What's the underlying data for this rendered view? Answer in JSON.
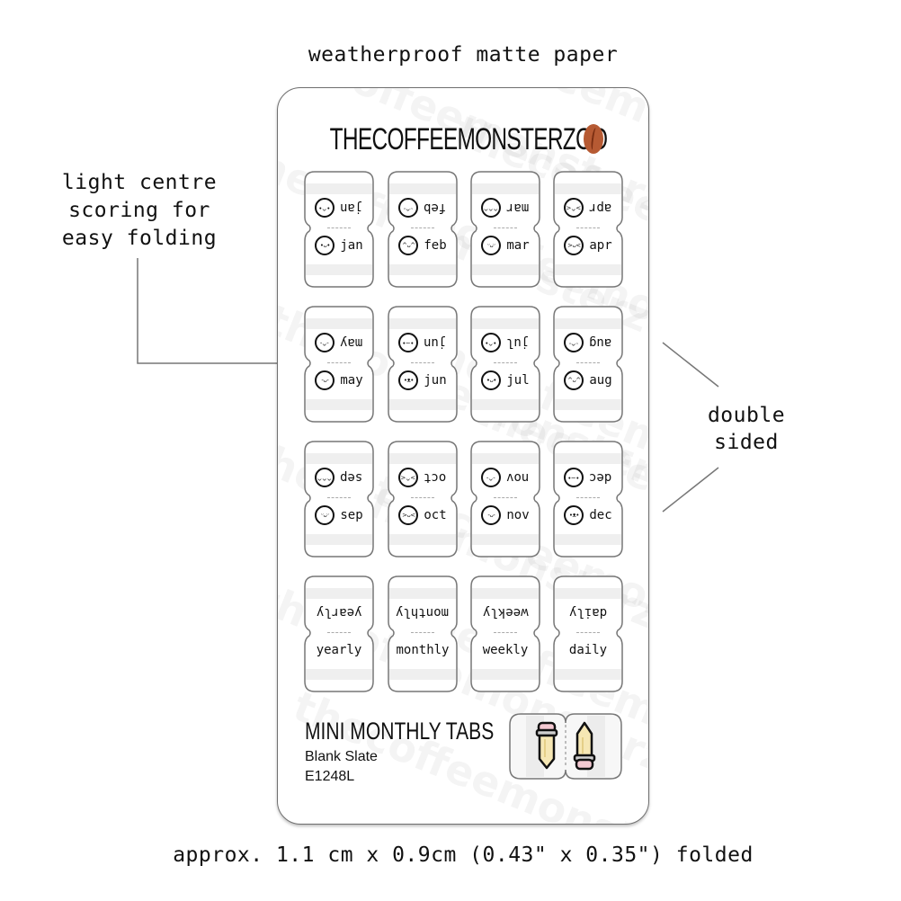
{
  "captions": {
    "top": "weatherproof matte paper",
    "bottom": "approx. 1.1 cm x 0.9cm (0.43\" x 0.35\") folded",
    "left_note": [
      "light centre",
      "scoring for",
      "easy folding"
    ],
    "right_note": [
      "double",
      "sided"
    ]
  },
  "sheet": {
    "brand": "THECOFFEEMONSTERZCO",
    "brand_icon": "coffee-bean-icon",
    "watermark": "thecoffeemonsterzco",
    "tabs": [
      {
        "label": "jan",
        "face_top": "•^•",
        "face_bottom": "•ᴗ•"
      },
      {
        "label": "feb",
        "face_top": "ᵕ^ᵕ",
        "face_bottom": "^ᴗ^"
      },
      {
        "label": "mar",
        "face_top": "^^^",
        "face_bottom": "ᵕᴗᵕ"
      },
      {
        "label": "apr",
        "face_top": ">^<",
        "face_bottom": ">ᴗ<"
      },
      {
        "label": "may",
        "face_top": "-^-",
        "face_bottom": "-ᴗ-"
      },
      {
        "label": "jun",
        "face_top": "•~•",
        "face_bottom": "•ᴥ•"
      },
      {
        "label": "jul",
        "face_top": "•^•",
        "face_bottom": "•ᴗ•"
      },
      {
        "label": "aug",
        "face_top": "ᵕ^ᵕ",
        "face_bottom": "^ᴗ^"
      },
      {
        "label": "sep",
        "face_top": "^^^",
        "face_bottom": "ᵕᴗᵕ"
      },
      {
        "label": "oct",
        "face_top": ">^<",
        "face_bottom": ">ᴗ<"
      },
      {
        "label": "nov",
        "face_top": "-^-",
        "face_bottom": "-ᴗ-"
      },
      {
        "label": "dec",
        "face_top": "•~•",
        "face_bottom": "•ᴥ•"
      },
      {
        "label": "yearly"
      },
      {
        "label": "monthly"
      },
      {
        "label": "weekly"
      },
      {
        "label": "daily"
      }
    ],
    "product_title": "MINI MONTHLY TABS",
    "product_subtitle": "Blank Slate",
    "product_code": "E1248L",
    "pencil_tab_icon": "pencil-icon"
  },
  "colors": {
    "bean": "#b65a33",
    "pencil_body": "#f6e7b4",
    "pencil_eraser": "#f4c9d2",
    "pencil_band": "#cfcfcf",
    "tab_band": "#efefef",
    "outline": "#6f6f6f"
  }
}
